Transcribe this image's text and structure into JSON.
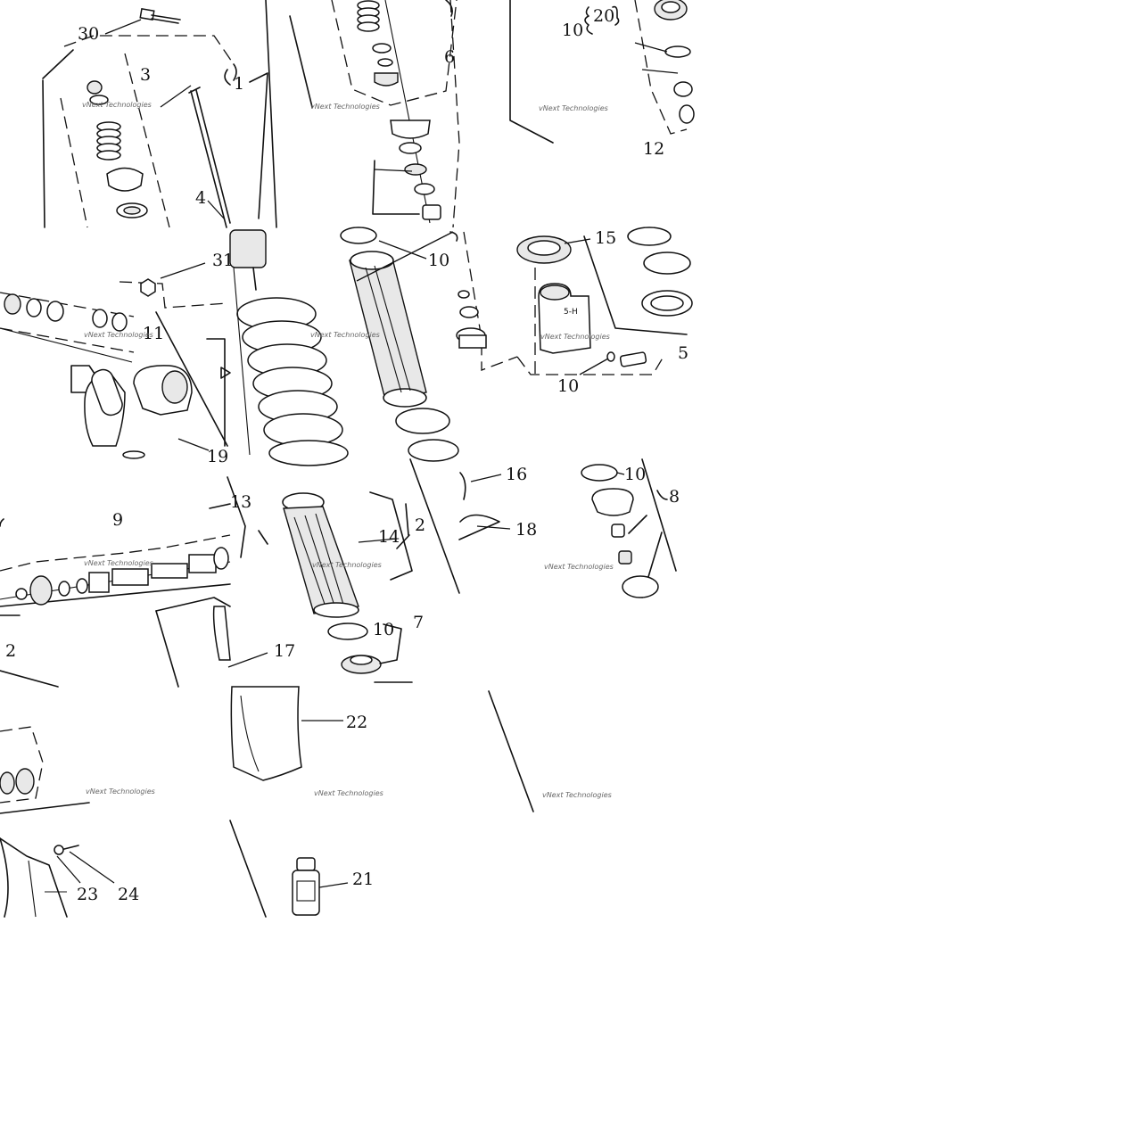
{
  "callouts": {
    "c30": "30",
    "c3": "3",
    "c1": "1",
    "c4": "4",
    "c6": "6",
    "c10a": "10",
    "c20": "20",
    "c12": "12",
    "c31": "31",
    "c11": "11",
    "c19": "19",
    "c10b": "10",
    "c15": "15",
    "c5": "5",
    "c10c": "10",
    "c9": "9",
    "c13": "13",
    "c2a": "2",
    "c14": "14",
    "c2b": "2",
    "c16": "16",
    "c18": "18",
    "c10d": "10",
    "c8": "8",
    "c10e": "10",
    "c7": "7",
    "c17": "17",
    "c22": "22",
    "c23": "23",
    "c24": "24",
    "c21": "21"
  },
  "watermark": {
    "text": "vNext Technologies"
  },
  "colors": {
    "ink": "#111111",
    "background": "#ffffff",
    "watermark": "#666666"
  }
}
